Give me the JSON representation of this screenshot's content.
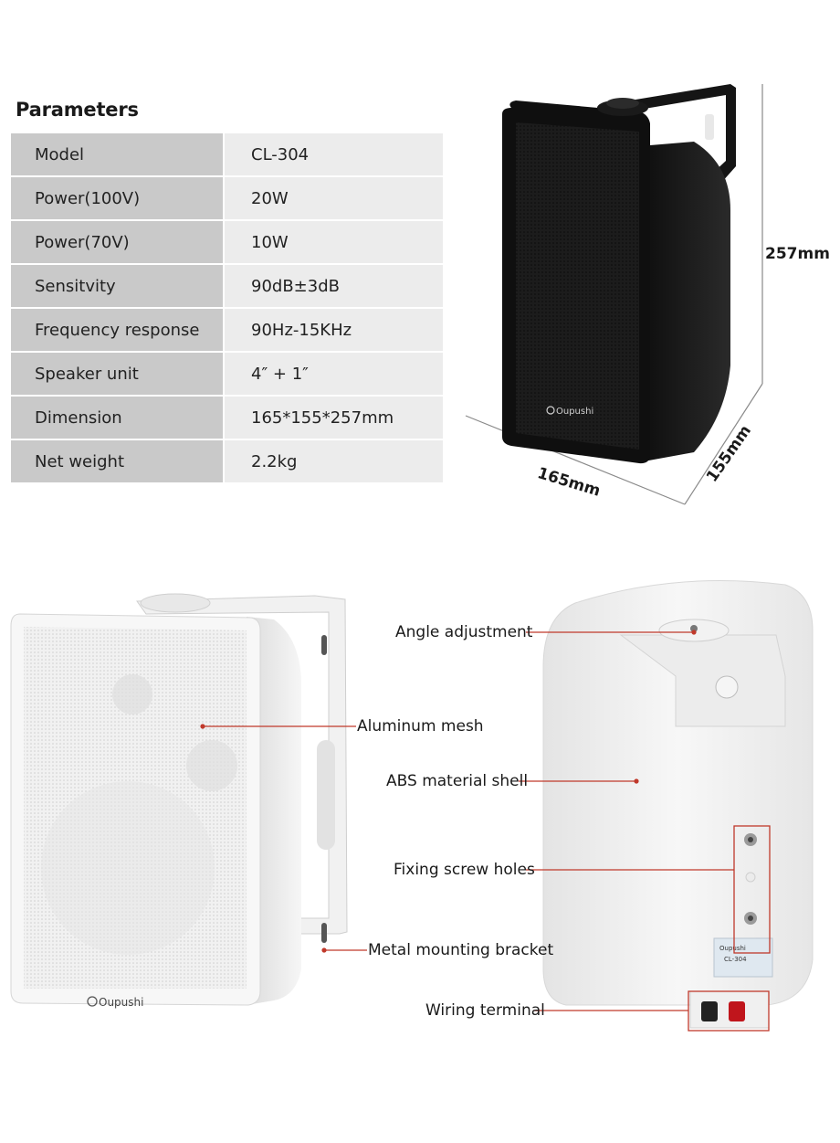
{
  "parameters": {
    "title": "Parameters",
    "rows": [
      {
        "label": "Model",
        "value": "CL-304"
      },
      {
        "label": "Power(100V)",
        "value": "20W"
      },
      {
        "label": "Power(70V)",
        "value": "10W"
      },
      {
        "label": "Sensitvity",
        "value": "90dB±3dB"
      },
      {
        "label": "Frequency response",
        "value": "90Hz-15KHz"
      },
      {
        "label": "Speaker unit",
        "value": "4″ + 1″"
      },
      {
        "label": "Dimension",
        "value": "165*155*257mm"
      },
      {
        "label": "Net weight",
        "value": "2.2kg"
      }
    ]
  },
  "dimensions": {
    "height": "257mm",
    "width": "165mm",
    "depth": "155mm"
  },
  "brand": {
    "logo_text": "Oupushi",
    "label_model": "CL-304"
  },
  "callouts": {
    "angle_adjustment": "Angle adjustment",
    "aluminum_mesh": "Aluminum mesh",
    "abs_shell": "ABS material shell",
    "fixing_screw_holes": "Fixing screw holes",
    "metal_bracket": "Metal mounting bracket",
    "wiring_terminal": "Wiring terminal"
  },
  "colors": {
    "callout_line": "#c0392b",
    "highlight_box": "#c0392b",
    "table_label_bg": "#c9c9c9",
    "table_value_bg": "#ececec"
  }
}
